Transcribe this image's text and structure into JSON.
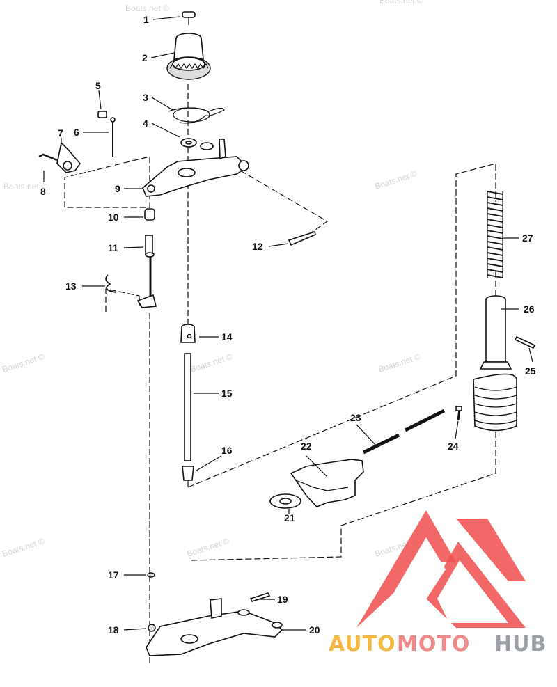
{
  "watermark": "Boats.net ©",
  "callouts": {
    "c1": "1",
    "c2": "2",
    "c3": "3",
    "c4": "4",
    "c5": "5",
    "c6": "6",
    "c7": "7",
    "c8": "8",
    "c9": "9",
    "c10": "10",
    "c11": "11",
    "c12": "12",
    "c13": "13",
    "c14": "14",
    "c15": "15",
    "c16": "16",
    "c17": "17",
    "c18": "18",
    "c19": "19",
    "c20": "20",
    "c21": "21",
    "c22": "22",
    "c23": "23",
    "c24": "24",
    "c25": "25",
    "c26": "26",
    "c27": "27"
  },
  "logo": {
    "text_a": "AUTO",
    "text_b": "MOTO",
    "text_c": "HUB",
    "color_a": "#f5b942",
    "color_b": "#ef8a8a",
    "color_c": "#9aa0a6",
    "triangle_color": "#f04e4e"
  }
}
